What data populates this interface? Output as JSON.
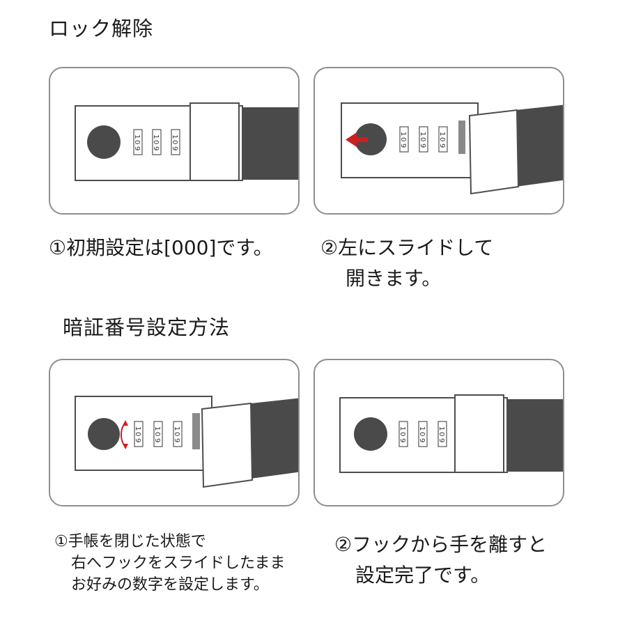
{
  "unlock": {
    "heading": "ロック解除",
    "panels": [
      {
        "dial_digits": [
          "0",
          "0",
          "0"
        ]
      },
      {
        "dial_digits": [
          "0",
          "0",
          "0"
        ]
      }
    ],
    "captions": [
      {
        "lines": [
          "①初期設定は[000]です。"
        ]
      },
      {
        "lines": [
          "②左にスライドして",
          "開きます。"
        ]
      }
    ]
  },
  "set_code": {
    "heading": "暗証番号設定方法",
    "panels": [
      {
        "dial_digits": [
          "0",
          "0",
          "0"
        ]
      },
      {
        "dial_digits": [
          "0",
          "0",
          "0"
        ]
      }
    ],
    "captions": [
      {
        "lines": [
          "①手帳を閉じた状態で",
          "右へフックをスライドしたまま",
          "お好みの数字を設定します。"
        ]
      },
      {
        "lines": [
          "②フックから手を離すと",
          "設定完了です。"
        ]
      }
    ]
  },
  "colors": {
    "panel_border": "#8e8e8e",
    "body_fill": "#ffffff",
    "body_stroke": "#4d4d4d",
    "knob": "#4a4a4a",
    "strap": "#4a4a4a",
    "slot": "#8a8a8a",
    "arrow": "#cc1f1f"
  }
}
